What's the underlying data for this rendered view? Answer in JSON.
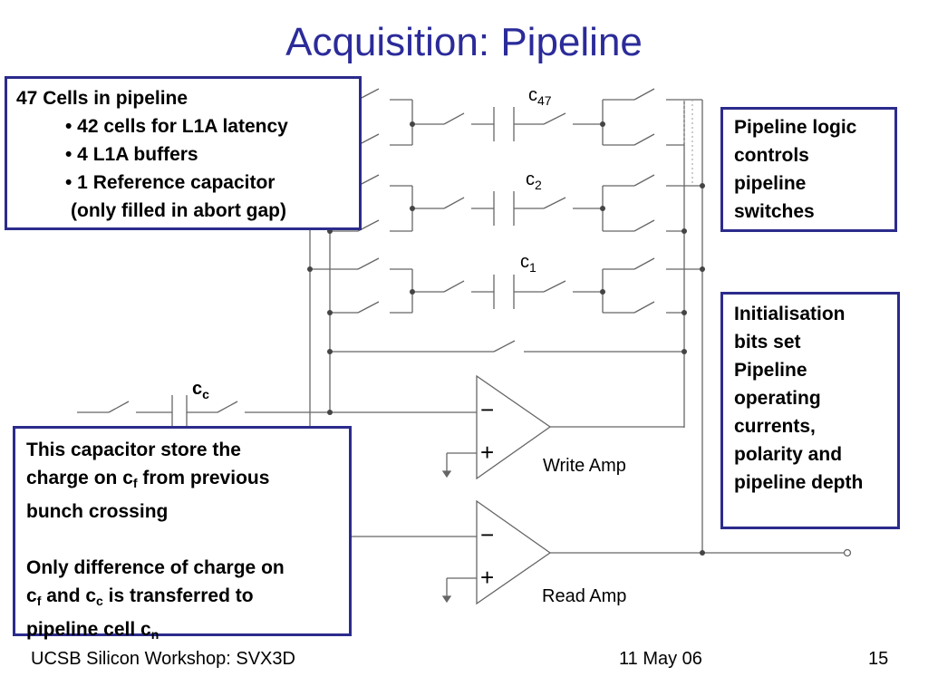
{
  "slide": {
    "title": "Acquisition: Pipeline"
  },
  "box_cells": {
    "heading": "47 Cells in pipeline",
    "bullets": [
      "• 42 cells for L1A latency",
      "• 4 L1A buffers",
      "• 1 Reference capacitor"
    ],
    "note": "(only filled in abort gap)"
  },
  "box_logic": {
    "lines": [
      "Pipeline logic",
      "controls",
      "pipeline",
      "switches"
    ]
  },
  "box_init": {
    "lines": [
      "Initialisation",
      "bits set",
      "Pipeline",
      "operating",
      "currents,",
      "polarity and",
      "pipeline depth"
    ]
  },
  "box_cap": {
    "p1_a": "This capacitor store the",
    "p1_b": "charge on c",
    "p1_b_sub": "f",
    "p1_b_end": " from previous",
    "p1_c": "bunch crossing",
    "p2_a": "Only difference of charge on",
    "p2_b1": "c",
    "p2_b1_sub": "f",
    "p2_b2": " and c",
    "p2_b2_sub": "c",
    "p2_b3": " is transferred to",
    "p2_c": "pipeline cell c",
    "p2_c_sub": "n"
  },
  "circuit": {
    "c47": "c",
    "c47_sub": "47",
    "c2": "c",
    "c2_sub": "2",
    "c1": "c",
    "c1_sub": "1",
    "cc": "c",
    "cc_sub": "c",
    "write_amp": "Write Amp",
    "read_amp": "Read Amp",
    "minus": "−",
    "plus": "+"
  },
  "footer": {
    "left": "UCSB Silicon Workshop: SVX3D",
    "center": "11 May 06",
    "right": "15"
  }
}
